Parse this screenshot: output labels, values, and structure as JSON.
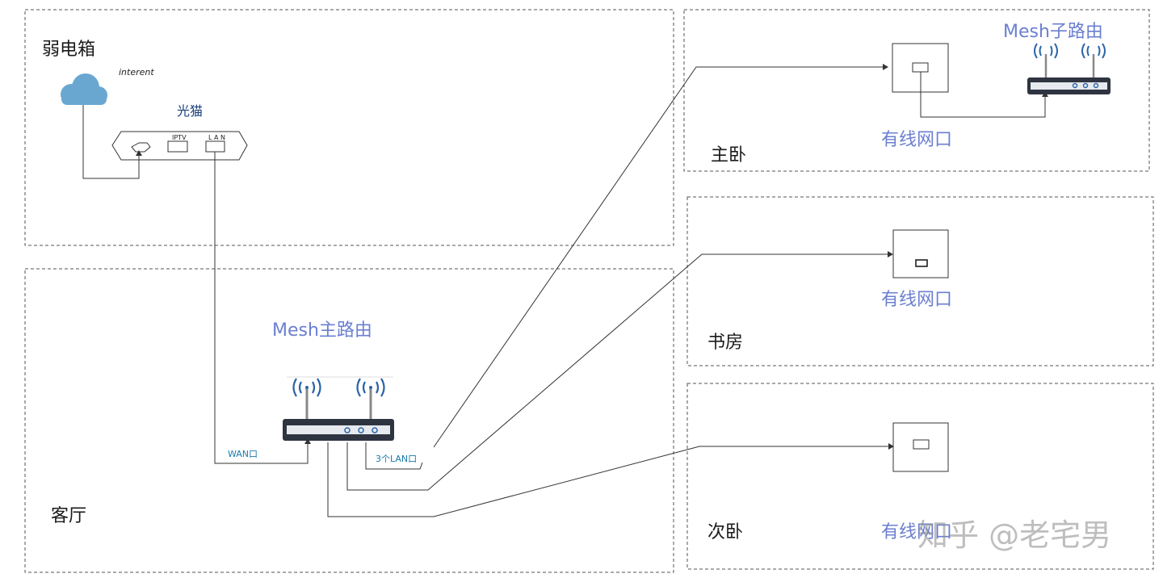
{
  "rooms": {
    "weak_box": "弱电箱",
    "living": "客厅",
    "master": "主卧",
    "study": "书房",
    "second": "次卧"
  },
  "devices": {
    "internet": "interent",
    "modem": "光猫",
    "modem_port_iptv": "IPTV",
    "modem_port_lan": "L A N",
    "main_router": "Mesh主路由",
    "sub_router": "Mesh子路由",
    "wan_port": "WAN口",
    "lan_ports": "3个LAN口"
  },
  "sockets": {
    "master": "有线网口",
    "study": "有线网口",
    "second": "有线网口"
  },
  "watermark": "知乎 @老宅男",
  "colors": {
    "accent_blue": "#6b7fd0",
    "port_label_blue": "#1a7aa8",
    "cloud": "#6aa7d0",
    "router_body": "#2e3440",
    "antenna_waves": "#2a63a8",
    "border": "#555555"
  }
}
